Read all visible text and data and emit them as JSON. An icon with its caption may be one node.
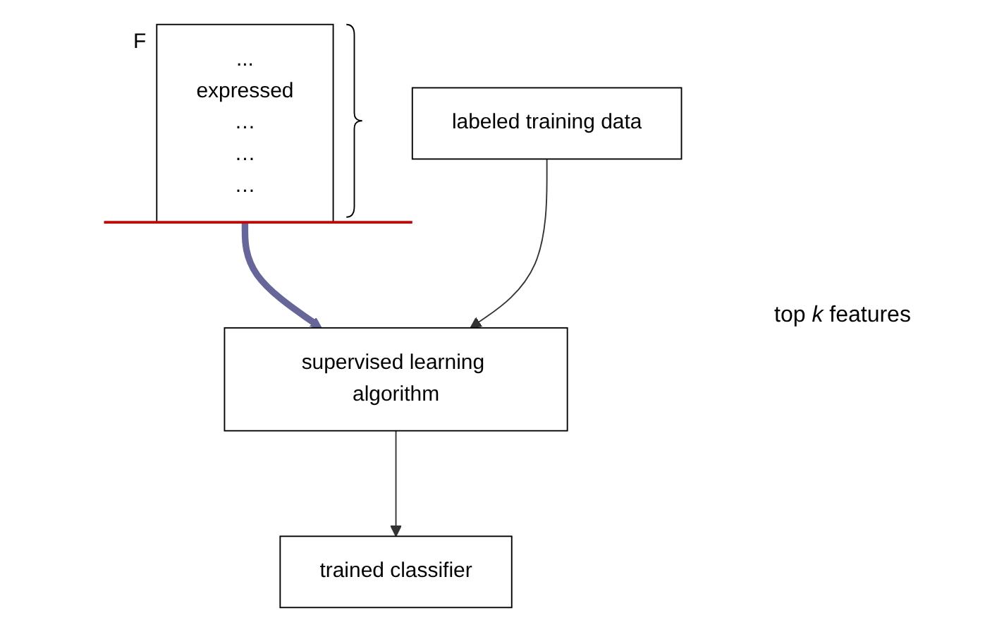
{
  "diagram": {
    "nodes": [
      {
        "text": [
          "...",
          "expressed",
          "…",
          "…",
          "…"
        ],
        "beside": [
          "F"
        ]
      },
      {
        "text": [
          "labeled training data"
        ]
      },
      {
        "text": [
          "supervised learning algorithm"
        ]
      },
      {
        "text": [
          "trained classifier"
        ]
      }
    ],
    "edges": [
      {
        "from": 0,
        "to": 2,
        "arrow": "to",
        "style": "thick",
        "color": "#666699"
      },
      {
        "from": 1,
        "to": 2,
        "arrow": "to"
      },
      {
        "from": 2,
        "to": 3,
        "arrow": "to"
      }
    ],
    "labels": [
      "top *k* features"
    ]
  }
}
